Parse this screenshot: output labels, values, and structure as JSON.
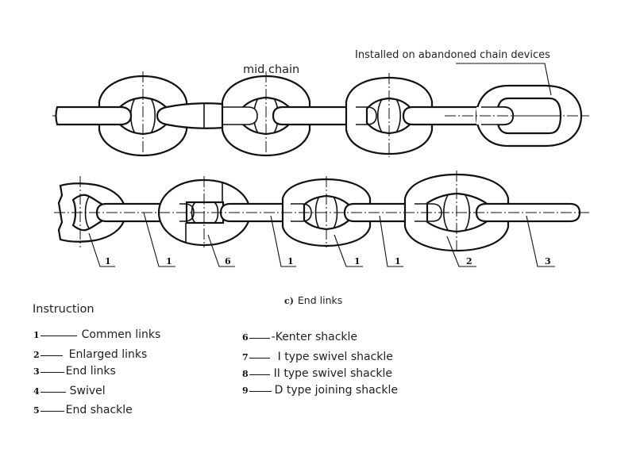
{
  "annotations": {
    "mid_chain": "mid chain",
    "abandoned_devices": "Installed on abandoned chain devices"
  },
  "caption": {
    "marker": "c)",
    "text": "End links"
  },
  "callouts": [
    {
      "number": "1"
    },
    {
      "number": "1"
    },
    {
      "number": "6"
    },
    {
      "number": "1"
    },
    {
      "number": "1"
    },
    {
      "number": "1"
    },
    {
      "number": "2"
    },
    {
      "number": "3"
    }
  ],
  "legend": {
    "title": "Instruction",
    "left": [
      {
        "number": "1",
        "label": "Commen links"
      },
      {
        "number": "2",
        "label": "Enlarged links"
      },
      {
        "number": "3",
        "label": "End links"
      },
      {
        "number": "4",
        "label": "Swivel"
      },
      {
        "number": "5",
        "label": "End shackle"
      }
    ],
    "right": [
      {
        "number": "6",
        "label": "-Kenter shackle"
      },
      {
        "number": "7",
        "label": "I type swivel shackle"
      },
      {
        "number": "8",
        "label": "II type swivel shackle"
      },
      {
        "number": "9",
        "label": "D type joining shackle"
      }
    ]
  }
}
